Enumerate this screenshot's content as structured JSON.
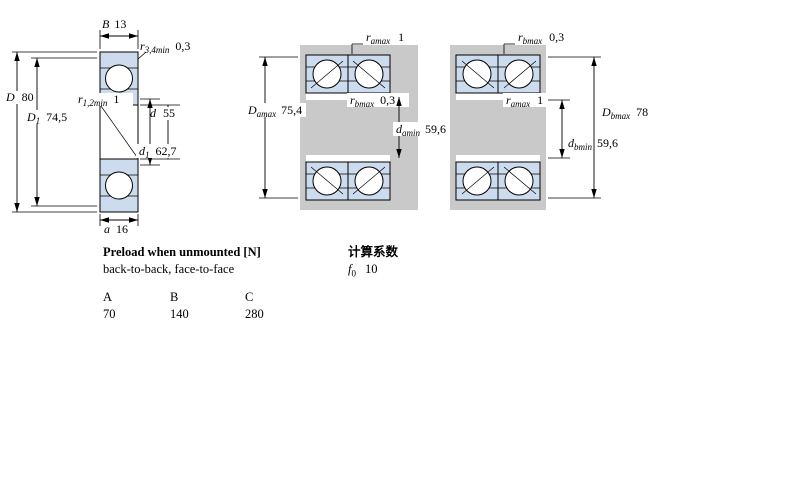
{
  "fig_left": {
    "dims": {
      "B": {
        "sym": "B",
        "sub": "",
        "val": "13"
      },
      "r34": {
        "sym": "r",
        "sub": "3,4min",
        "val": "0,3"
      },
      "D": {
        "sym": "D",
        "sub": "",
        "val": "80"
      },
      "D1": {
        "sym": "D",
        "sub": "1",
        "val": "74,5"
      },
      "r12": {
        "sym": "r",
        "sub": "1,2min",
        "val": "1"
      },
      "d": {
        "sym": "d",
        "sub": "",
        "val": "55"
      },
      "d1": {
        "sym": "d",
        "sub": "1",
        "val": "62,7"
      },
      "a": {
        "sym": "a",
        "sub": "",
        "val": "16"
      }
    }
  },
  "fig_back_to_back": {
    "dims": {
      "ra_top": {
        "sym": "r",
        "sub": "amax",
        "val": "1"
      },
      "Da": {
        "sym": "D",
        "sub": "amax",
        "val": "75,4"
      },
      "rb_mid": {
        "sym": "r",
        "sub": "bmax",
        "val": "0,3"
      },
      "da": {
        "sym": "d",
        "sub": "amin",
        "val": "59,6"
      }
    }
  },
  "fig_face_to_face": {
    "dims": {
      "rb_top": {
        "sym": "r",
        "sub": "bmax",
        "val": "0,3"
      },
      "ra_mid": {
        "sym": "r",
        "sub": "amax",
        "val": "1"
      },
      "Db": {
        "sym": "D",
        "sub": "bmax",
        "val": "78"
      },
      "db": {
        "sym": "d",
        "sub": "bmin",
        "val": "59,6"
      }
    }
  },
  "preload": {
    "title": "Preload when unmounted [N]",
    "subtitle": "back-to-back, face-to-face",
    "columns": [
      "A",
      "B",
      "C"
    ],
    "values": [
      "70",
      "140",
      "280"
    ]
  },
  "calculation": {
    "title": "计算系数",
    "f0": {
      "sym": "f",
      "sub": "0",
      "val": "10"
    }
  },
  "colors": {
    "ring_fill": "#ccdcee",
    "steel_gray": "#c9c9c9"
  }
}
